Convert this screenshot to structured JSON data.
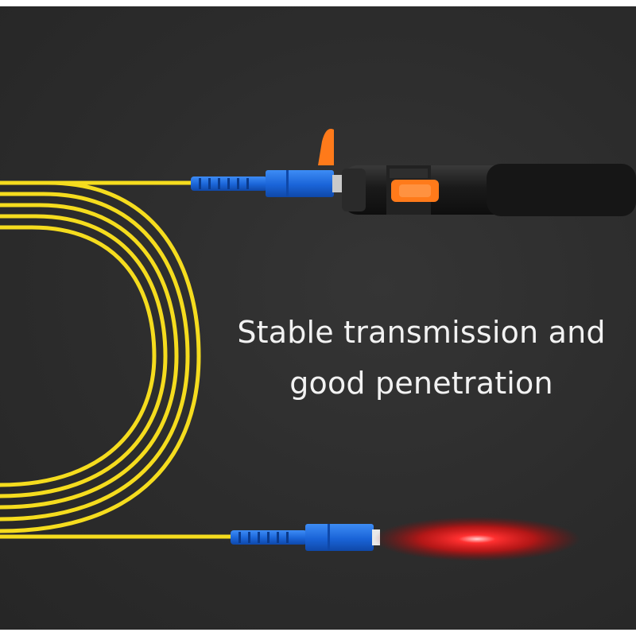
{
  "caption": {
    "line1": "Stable transmission and",
    "line2": "good penetration"
  },
  "colors": {
    "background": "#2c2c2c",
    "fiber_cable": "#f5dc1e",
    "connector": "#1f6fe0",
    "laser_glow": "#ff1a1a",
    "pen_accent": "#ff7a1a",
    "pen_body": "#1c1c1c"
  },
  "icons": [
    "fiber-coil",
    "sc-connector-top",
    "sc-connector-bottom",
    "visual-fault-locator-pen",
    "red-laser-glow"
  ]
}
